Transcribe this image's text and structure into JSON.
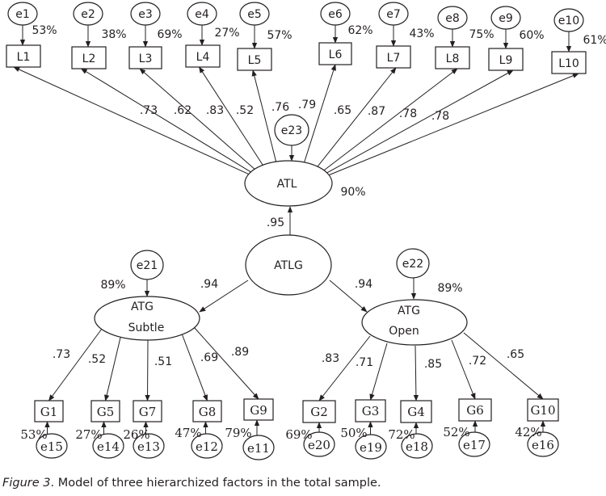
{
  "figure": {
    "caption_label": "Figure 3",
    "caption_text": ". Model of three hierarchized factors in the total sample."
  },
  "factors": {
    "ATL": {
      "label": "ATL",
      "error": "e23",
      "r2": "90%"
    },
    "ATLG": {
      "label": "ATLG"
    },
    "ATG_Subtle": {
      "label_line1": "ATG",
      "label_line2": "Subtle",
      "error": "e21",
      "r2": "89%"
    },
    "ATG_Open": {
      "label_line1": "ATG",
      "label_line2": "Open",
      "error": "e22",
      "r2": "89%"
    }
  },
  "structural_paths": [
    {
      "from": "ATLG",
      "to": "ATL",
      "loading": ".95"
    },
    {
      "from": "ATLG",
      "to": "ATG_Subtle",
      "loading": ".94"
    },
    {
      "from": "ATLG",
      "to": "ATG_Open",
      "loading": ".94"
    }
  ],
  "atl_items": [
    {
      "item": "L1",
      "error": "e1",
      "r2": "53%",
      "loading": ".73"
    },
    {
      "item": "L2",
      "error": "e2",
      "r2": "38%",
      "loading": ".62"
    },
    {
      "item": "L3",
      "error": "e3",
      "r2": "69%",
      "loading": ".83"
    },
    {
      "item": "L4",
      "error": "e4",
      "r2": "27%",
      "loading": ".52"
    },
    {
      "item": "L5",
      "error": "e5",
      "r2": "57%",
      "loading": ".76"
    },
    {
      "item": "L6",
      "error": "e6",
      "r2": "62%",
      "loading": ".79"
    },
    {
      "item": "L7",
      "error": "e7",
      "r2": "43%",
      "loading": ".65"
    },
    {
      "item": "L8",
      "error": "e8",
      "r2": "75%",
      "loading": ".87"
    },
    {
      "item": "L9",
      "error": "e9",
      "r2": "60%",
      "loading": ".78"
    },
    {
      "item": "L10",
      "error": "e10",
      "r2": "61%",
      "loading": ".78"
    }
  ],
  "subtle_items": [
    {
      "item": "G1",
      "error": "e15",
      "r2": "53%",
      "loading": ".73"
    },
    {
      "item": "G5",
      "error": "e14",
      "r2": "27%",
      "loading": ".52"
    },
    {
      "item": "G7",
      "error": "e13",
      "r2": "26%",
      "loading": ".51"
    },
    {
      "item": "G8",
      "error": "e12",
      "r2": "47%",
      "loading": ".69"
    },
    {
      "item": "G9",
      "error": "e11",
      "r2": "79%",
      "loading": ".89"
    }
  ],
  "open_items": [
    {
      "item": "G2",
      "error": "e20",
      "r2": "69%",
      "loading": ".83"
    },
    {
      "item": "G3",
      "error": "e19",
      "r2": "50%",
      "loading": ".71"
    },
    {
      "item": "G4",
      "error": "e18",
      "r2": "72%",
      "loading": ".85"
    },
    {
      "item": "G6",
      "error": "e17",
      "r2": "52%",
      "loading": ".72"
    },
    {
      "item": "G10",
      "error": "e16",
      "r2": "42%",
      "loading": ".65"
    }
  ]
}
